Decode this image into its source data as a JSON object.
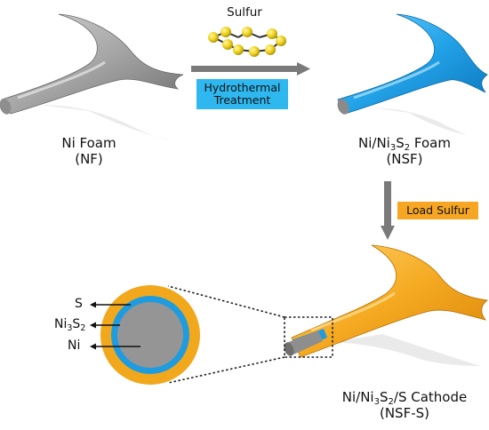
{
  "reagent": {
    "label": "Sulfur"
  },
  "process": {
    "line1": "Hydrothermal",
    "line2": "Treatment"
  },
  "load_step": {
    "label": "Load Sulfur"
  },
  "ni_foam": {
    "name": "Ni Foam",
    "abbr": "(NF)"
  },
  "nsf": {
    "name_a": "Ni/Ni",
    "sub1": "3",
    "name_b": "S",
    "sub2": "2",
    "name_c": " Foam",
    "abbr": "(NSF)"
  },
  "cathode": {
    "name_a": "Ni/Ni",
    "sub1": "3",
    "name_b": "S",
    "sub2": "2",
    "name_c": "/S Cathode",
    "abbr": "(NSF-S)"
  },
  "cross_section": {
    "outer": "S",
    "middle_a": "Ni",
    "middle_sub1": "3",
    "middle_b": "S",
    "middle_sub2": "2",
    "core": "Ni"
  },
  "colors": {
    "nickel": "#9a9a9a",
    "nickel_sulfide": "#1f9be0",
    "sulfur": "#f2a81d",
    "sulfur_atom": "#f0d21c",
    "treatment_box": "#2fb8ef",
    "load_box": "#f6a623",
    "arrow": "#7a7a7a"
  }
}
